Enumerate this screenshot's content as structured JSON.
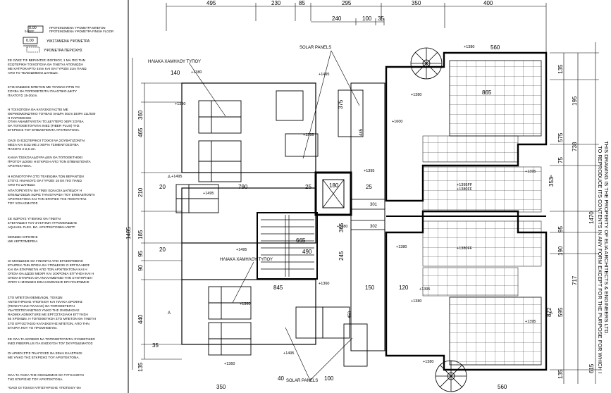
{
  "legend": {
    "level_sample": "0.00",
    "level_sample_lines": [
      "ΠΡΟΤΕΙΝΟΜΕΝΑ ΥΨΟΜΕΤΡΑ ΜΠΕΤΟΝ",
      "ΠΡΟΤΕΙΝΟΜΕΝΑ ΥΨΟΜΕΤΡΑ FINISH FLOOR"
    ],
    "level_sample_sub": "0.00FF",
    "existing_sample": "0.00",
    "existing_label": "ΥΦΙΣΤΑΜΕΝΑ ΥΨΟΜΕΤΡΑ",
    "perimeter_label": "ΥΨΟΜΕΤΡΑ ΠΕΡΙΟΧΗΣ",
    "notes": [
      "ΣΕ ΟΛΕΣ ΤΙΣ ΒΕΡΑΝΤΕΣ ΙΣΟΓΕΙΟΥ, 1 ΜΑ ΠΙΟ ΤΗΝ\nΕΣΩΤΕΡΙΚΗ ΤΟΙΧΟΠΟΙΙΑ ΘΑ ΓΙΝΕΤΑΙ ΑΠΟΝΙΩΣΗ\nΜΕ ΚΑΤΡΟΚΑΡΤΟ 4mm ΚΑΙ ΘΑ ΓΥΡΙΖΕΙ 2cm ΠΑΝΩ\nΑΠΟ ΤΟ ΤΕΛΕΙΩΜΕΝΟ ΔΑΠΕΔΟ.",
      "ΣΤΙΣ ΕΝΩΣΕΙΣ ΜΠΕΤΟΝ ΜΕ ΤΟΥΒΛΟ ΠΡΙΝ ΤΟ\nΣΟΥΒΑ ΘΑ ΤΟΠΟΘΕΤΕΙΤΑΙ ΠΛΑΣΤΙΚΟ ΔΙΚΤΥ\nΠΛΑΤΟΥΣ 15-20cm.",
      "Η ΤΟΙΧΟΠΟΙΙΑ ΘΑ ΚΑΤΑΣΚΕΥΑΣΤΕΙ ΜΕ\nΘΕΡΜΟΜΟΝΩΤΙΚΟ ΤΟΥΒΛΟ ΛΗΔΡΑ 30cm ΣΕΙΡΑ 11L/630\nΗ ΠΑΡΟΜΟΙΟΣ",
      "ΟΤΑΝ ΑΝΑΜΙΓΝΥΕΤΑΙ ΤΟ ΔΕΥΤΕΡΟ ΧΕΡΙ ΣΟΥΒΑ\nΘΑ ΤΟΠΟΘΕΤΟΥΝΤΑΙ ΙΝΕΣ (FIBER PLUS) ΤΗΣ\nΕΓΚΡΙΣΗΣ ΤΟΥ ΕΠΙΒΛΕΠΟΝΤΑ ΑΡΧΙΤΕΚΤΟΝΑ.",
      "ΟΛΟΙ ΟΙ ΕΣΩΤΕΡΙΚΟΙ ΤΟΙΧΟΙ ΝΑ ΣΟΥΒΑΤΙΖΟΝΤΑΙ\nΜΕΣΑ ΚΑΙ ΕΞΩ ΜΕ 2 ΧΕΡΙΑ ΤΣΙΜΕΝΤΟΣΟΥΒΑ\nΠΑΧΟΥΣ 2-2,5 cm.",
      "ΚΑΝΙΑ ΤΣΕΚΟΛΑΔΟΥΡΑ ΔΕΝ ΘΑ ΤΟΠΟΘΕΤΗΘΕΙ\nΠΡΟΤΟΥ ΔΟΘΕΙ Η ΕΓΚΡΙΣΗ ΑΠΟ ΤΟΝ ΕΠΙΒΛΕΠΟΝΤΑ\nΑΡΧΙΤΕΚΤΟΝΑ.",
      "Η ΚΟΝΙΟΤΟΥΡΑ ΣΤΟ ΤΕΛΕΙΩΜΑ ΤΩΝ ΒΕΡΑΝΤΩΝ\nΣΤΟΥΣ ΗΛΙΑΚΟΥΣ ΘΑ ΓΥΡΙΖΕΙ 15 ΕΚ ΠΙΟ ΠΑΝΩ\nΑΠΟ ΤΟ ΔΑΠΕΔΟ.",
      "ΑΠΑΓΟΡΕΥΕΤΑΙ ΝΑ ΓΙΝΕΙ ΧΩΛΑΣΙΑ ΔΑΠΕΔΟΥ Η\nΕΠΕΝΔΥΣΕΩΝ ΧΩΡΙΣ ΤΗΝ ΕΓΚΡΙΣΗ ΤΟΥ ΕΠΙΒΛΕΠΟΝΤΑ\nΑΡΧΙΤΕΚΤΟΝΑ ΚΑΙ ΤΗΝ ΕΓΚΡΙΣΗ ΤΗΣ ΠΟΙΟΤΗΤΑΣ\nΤΟΥ ΧΟΛΑΣΜΑΤΟΣ",
      "ΣΕ ΧΩΡΟΥΣ ΥΓΙΕΙΝΗΣ ΘΑ ΓΙΝΕΤΑΙ\nΣΤΕΓΑΝΩΣΗ ΤΟΥ ΣΥΣΤΗΜΑ ΥΓΡΟΜΟΝΩΣΗΣ\nAQUASIL FLEX. ΒΛ. ΑΡΧΙΤΕΚΤΟΝΙΚΗ ΛΕΠΤ.",
      "ΜΟΝΩΣΗ ΟΡΟΦΗΣ\nΙΔΕ ΛΕΠΤΟΜΕΡΕΙΑ",
      "ΟΙ ΜΟΝΩΣΕΙΣ ΘΑ ΓΙΝΟΝΤΑΙ ΑΠΟ ΕΓΚΕΚΡΙΜΕΝΗ\nΕΤΑΙΡΕΙΑ ΤΗΝ ΟΠΟΙΑ ΘΑ ΥΠΟΔΕΙΞΕΙ Ο ΕΡΓΟΛΑΒΟΣ\nΚΑΙ ΘΑ ΕΓΚΡΙΝΕΤΑΙ ΑΠΟ ΤΟΝ ΑΡΧΙΤΕΚΤΟΝΑ ΚΑΙ Η\nΟΠΟΙΑ ΘΑ ΔΩΣΕΙ ΜΕΧΡΙ ΚΑΙ 10ΧΡΟΝΙΑ ΕΓΓΥΗΣΗ ΚΑΙ Η\nΟΠΟΙΑ ΕΤΑΙΡΕΙΑ ΘΑ ΑΝΑΛΑΜΒΑΝΕΙ ΤΗΝ ΣΥΝΤΗΡΗΣΗ\nΟΠΟΥ Η ΜΟΝΩΣΗ ΕΙΝΑΙ ΕΜΦΑΝΗΣ ΕΠΙ ΠΛΗΡΩΜΗΣ",
      "ΣΤΟ ΜΠΕΤΟΝ ΘΕΜΕΛΙΩΝ, ΤΟΙΧΩΝ\nΑΝΤΙΣΤΗΡΙΞΗΣ ΥΠΟΓΕΙΟΥ ΚΑΙ ΠΛΑΚΑ ΟΡΟΦΗΣ\n(ΤΕΛΕΥΤΑΙΑΣ ΠΛΑΚΑΣ) ΘΑ ΤΟΠΟΘΕΤΕΙΤΑΙ\nΥΔΑΤΟΣΤΕΓΑΝΩΤΙΚΟ ΥΛΙΚΟ ΤΗΣ ΟΝΟΜΑΣΙΑΣ\nRADMIX ADMIXTURE ΜΕ ΕΡΓΟΣΤΑΣΙΑΚΗ ΕΓΓΥΗΣΗ\n50 ΧΡΟΝΩΝ. Η ΤΟΠΟΘΕΤΗΣΗ ΣΤΟ ΜΠΕΤΟΝ ΘΑ ΓΙΝΕΤΑΙ\nΣΤΟ ΕΡΓΟΣΤΑΣΙΟ ΚΑΤΑΣΚΕΥΗΣ ΜΠΕΤΟΝ, ΑΠΟ ΤΗΝ\nΕΤΑΙΡΙΑ ΠΟΥ ΤΟ ΠΡΟΜΗΘΕΥΕΙ.",
      "ΣΕ ΟΛΑ ΤΑ SCREED ΝΑ ΤΟΠΟΘΕΤΟΥΝΤΑΙ ΣΥΝΘΕΤΙΚΕΣ\nΙΝΕΣ FIBERPLUS ΓΙΑ ΕΝΙΣΧΥΣΗ ΤΟΥ ΣΚΥΡΟΔΕΜΑΤΟΣ",
      "ΟΙ ΑΡΜΟΙ ΣΤΙΣ ΠΛΑΓΟΥΕΣ ΘΑ ΕΙΝΑΙ ΕΛΑΣΤΙΚΟΙ\nΜΕ ΥΛΙΚΟ ΤΗΣ ΕΓΚΡΙΣΗΣ ΤΟΥ ΑΡΧΙΤΕΚΤΟΝΑ.",
      "ΟΛΑ ΤΑ ΥΛΙΚΑ ΤΗΣ ΟΙΚΟΔΟΜΗΣ ΘΑ ΤΥΓΧΑΝΟΥΝ\nΤΗΣ ΕΓΚΡΙΣΗΣ ΤΟΥ ΑΡΧΙΤΕΚΤΟΝΑ.",
      "*ΟΛΟΙ ΟΙ ΤΟΙΧΟΙ ΑΠΤΙΣΤΗΡΙΞΗΣ ΥΠΟΓΕΙΟΥ ΘΑ"
    ]
  },
  "plan": {
    "labels": {
      "solar_top": "SOLAR PANELS",
      "solar_bottom": "SOLAR PANELS",
      "solar_heater_top": "ΗΛΙΑΚΑ ΧΑΜΗΛΟΥ ΤΥΠΟΥ",
      "solar_heater_bottom": "ΗΛΙΑΚΑ ΧΑΜΗΛΟΥ ΤΥΠΟΥ",
      "section_mark": "A",
      "room_301": "301",
      "room_302": "302",
      "lift_dim": "180"
    },
    "dims_top": [
      "495",
      "230",
      "85",
      "295",
      "350",
      "400"
    ],
    "dims_top2": [
      "240",
      "100",
      "35"
    ],
    "dims_misc": {
      "d140": "140",
      "d865": "865",
      "d560_top": "560",
      "d560_bot": "560",
      "d360": "360",
      "d465": "465",
      "d210": "210",
      "d20a": "20",
      "d20b": "20",
      "d790": "790",
      "d25a": "25",
      "d25b": "25",
      "d665": "665",
      "d845": "845",
      "d490": "490",
      "d150": "150",
      "d120": "120",
      "d1485": "1485",
      "d185": "185",
      "d95": "95",
      "d90": "90",
      "d440": "440",
      "d35": "35",
      "d135_left": "135",
      "d350_bot": "350",
      "d40": "40",
      "d365": "365",
      "d245": "245",
      "d375": "375",
      "d445": "445",
      "d450": "450",
      "d100": "100",
      "d380": "380",
      "d365b": "365"
    },
    "dims_right": [
      "135",
      "575",
      "75",
      "353",
      "95",
      "190",
      "595",
      "135"
    ],
    "dims_right2": [
      "195",
      "738",
      "717",
      "872",
      "1470",
      "615"
    ],
    "levels": [
      "+1380",
      "+1495",
      "+1380",
      "+1495",
      "+1600",
      "+1395",
      "+1395",
      "+1395FF",
      "+1380",
      "+1380FF",
      "+1495",
      "+1380",
      "+1360",
      "+1495",
      "+1495",
      "+1380",
      "+1380",
      "+1380",
      "+1360",
      "+1380",
      "+1395",
      "+1395",
      "+1395",
      "+1380FF",
      "+1360"
    ],
    "watermark": [
      "THIS DRAWING IS THE PROPERTY OF ELIA ARCHITECTS & ENGINEERS LTD.",
      "TO REPRODUCE ITS CONTENTS IN ANY FORM EXCEPT FOR THE PURPOSE FOR WHICH I"
    ]
  }
}
